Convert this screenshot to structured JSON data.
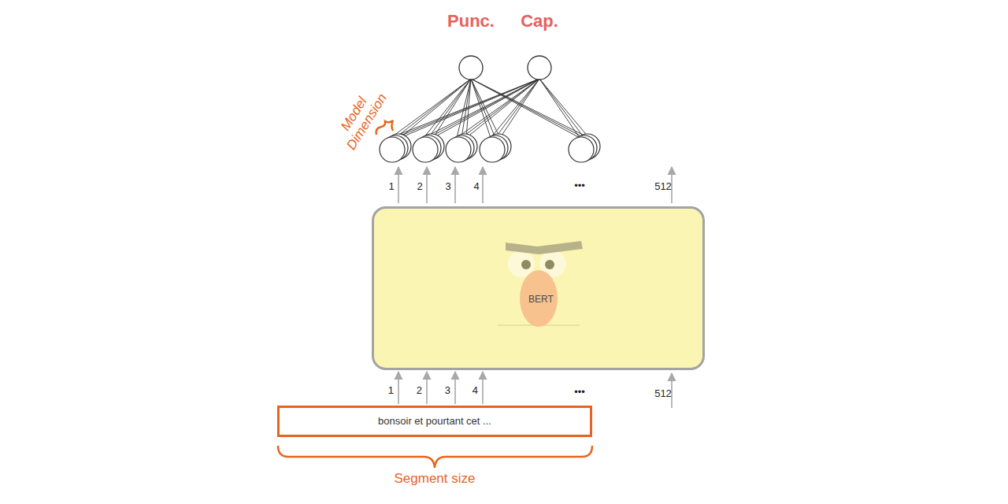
{
  "diagram": {
    "nodes": [
      {
        "text": [
          "Punc."
        ]
      },
      {
        "text": [
          "Cap."
        ]
      },
      {
        "text": [
          "BERT"
        ]
      },
      {
        "text": [
          "bonsoir et pourtant cet ..."
        ]
      }
    ],
    "edges": [
      {
        "from": 3,
        "to": 2,
        "arrow": "to",
        "label": "1"
      },
      {
        "from": 3,
        "to": 2,
        "arrow": "to",
        "label": "2"
      },
      {
        "from": 3,
        "to": 2,
        "arrow": "to",
        "label": "3"
      },
      {
        "from": 3,
        "to": 2,
        "arrow": "to",
        "label": "4"
      }
    ],
    "labels": [
      "Model Dimension",
      "1",
      "2",
      "3",
      "4",
      "•••",
      "512",
      "•••",
      "512",
      "Segment size"
    ]
  }
}
